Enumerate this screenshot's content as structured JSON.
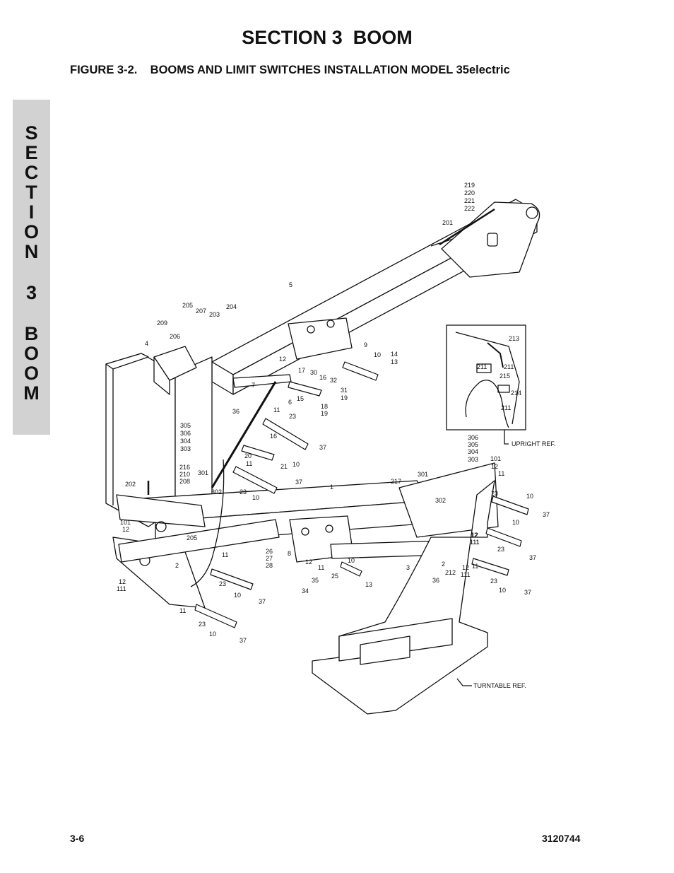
{
  "header": {
    "section_title": "SECTION 3  BOOM",
    "figure_title": "FIGURE 3-2.    BOOMS AND LIMIT SWITCHES INSTALLATION MODEL 35electric"
  },
  "side_tab": {
    "letters": [
      "S",
      "E",
      "C",
      "T",
      "I",
      "O",
      "N",
      "3",
      "B",
      "O",
      "O",
      "M"
    ]
  },
  "diagram": {
    "callouts": [
      "219",
      "220",
      "221",
      "222",
      "201",
      "5",
      "205",
      "207",
      "203",
      "204",
      "209",
      "206",
      "4",
      "12",
      "7",
      "6",
      "36",
      "305",
      "306",
      "304",
      "303",
      "216",
      "210",
      "208",
      "301",
      "302",
      "202",
      "101",
      "12",
      "205",
      "2",
      "12",
      "111",
      "9",
      "10",
      "14",
      "13",
      "17",
      "30",
      "16",
      "32",
      "31",
      "19",
      "15",
      "18",
      "19",
      "11",
      "23",
      "37",
      "20",
      "16",
      "21",
      "10",
      "11",
      "23",
      "10",
      "37",
      "26",
      "27",
      "28",
      "8",
      "11",
      "23",
      "10",
      "37",
      "11",
      "23",
      "10",
      "37",
      "35",
      "34",
      "11",
      "25",
      "10",
      "13",
      "12",
      "1",
      "217",
      "301",
      "302",
      "3",
      "36",
      "212",
      "2",
      "12",
      "111",
      "12",
      "111",
      "306",
      "305",
      "304",
      "303",
      "101",
      "12",
      "11",
      "23",
      "10",
      "37",
      "10",
      "12",
      "111",
      "23",
      "37",
      "11",
      "23",
      "10",
      "37",
      "213",
      "211",
      "211",
      "215",
      "214",
      "211"
    ],
    "reference_labels": [
      "UPRIGHT REF.",
      "TURNTABLE REF."
    ]
  },
  "footer": {
    "page_number": "3-6",
    "document_number": "3120744"
  }
}
